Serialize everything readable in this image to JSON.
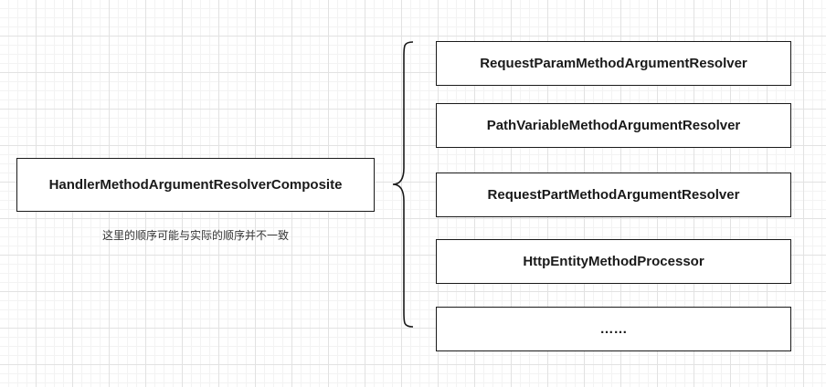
{
  "composite": {
    "label": "HandlerMethodArgumentResolverComposite"
  },
  "note": "这里的顺序可能与实际的顺序并不一致",
  "resolvers": [
    {
      "label": "RequestParamMethodArgumentResolver"
    },
    {
      "label": "PathVariableMethodArgumentResolver"
    },
    {
      "label": "RequestPartMethodArgumentResolver"
    },
    {
      "label": "HttpEntityMethodProcessor"
    },
    {
      "label": "……"
    }
  ],
  "colors": {
    "stroke": "#1a1a1a",
    "grid": "#e2e2e2",
    "background": "#ffffff"
  }
}
